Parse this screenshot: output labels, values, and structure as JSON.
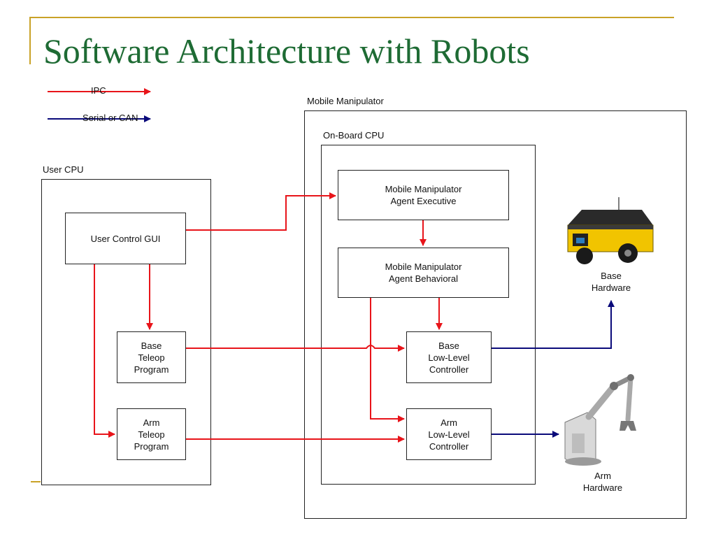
{
  "title": "Software Architecture with Robots",
  "legend": {
    "ipc": "IPC",
    "serial": "Serial or CAN"
  },
  "colors": {
    "ipc": "#e8141a",
    "serial": "#0a0a7a",
    "title": "#1e6b34",
    "rule": "#c9a227"
  },
  "containers": {
    "user_cpu": "User CPU",
    "mobile_manipulator": "Mobile Manipulator",
    "onboard_cpu": "On-Board CPU"
  },
  "nodes": {
    "user_gui": "User Control GUI",
    "base_teleop": "Base\nTeleop\nProgram",
    "arm_teleop": "Arm\nTeleop\nProgram",
    "agent_exec": "Mobile Manipulator\nAgent Executive",
    "agent_beh": "Mobile Manipulator\nAgent Behavioral",
    "base_llc": "Base\nLow-Level\nController",
    "arm_llc": "Arm\nLow-Level\nController"
  },
  "hardware": {
    "base": "Base\nHardware",
    "arm": "Arm\nHardware"
  }
}
